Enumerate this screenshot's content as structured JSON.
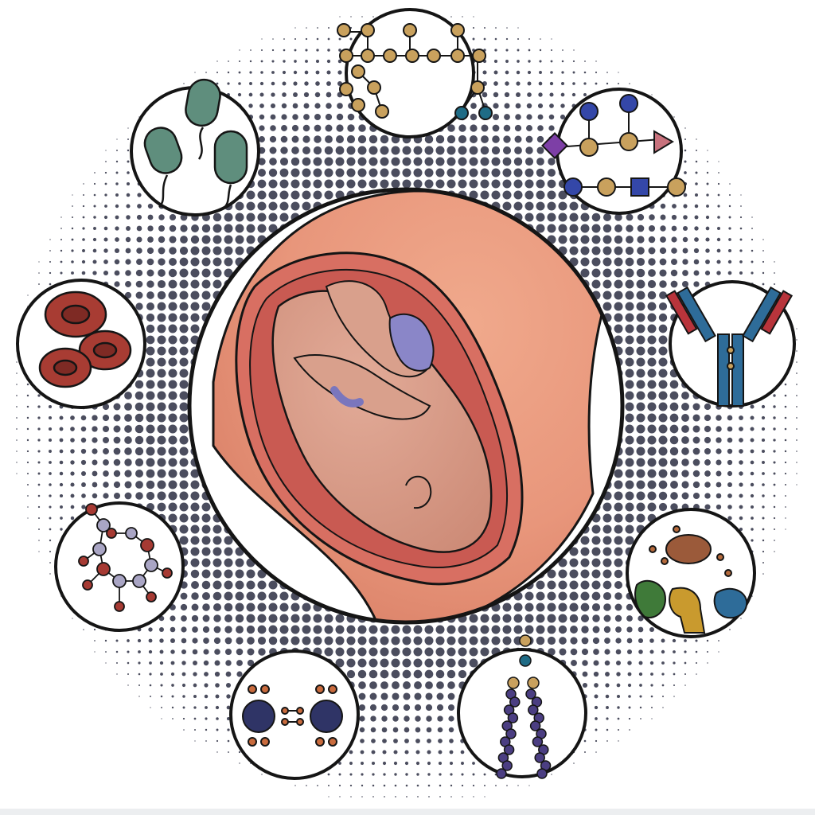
{
  "figure": {
    "central_panel": "pregnancy-cross-section",
    "panels": [
      {
        "id": "bacteria",
        "icon": "bacteria-icon"
      },
      {
        "id": "oligosaccharide-branched",
        "icon": "oligosaccharide-icon"
      },
      {
        "id": "glycan",
        "icon": "glycan-icon"
      },
      {
        "id": "antibody",
        "icon": "antibody-icon"
      },
      {
        "id": "immune-cells",
        "icon": "immune-cells-icon"
      },
      {
        "id": "lipid-chain",
        "icon": "lipid-icon"
      },
      {
        "id": "dimer-molecule",
        "icon": "molecule-dimer-icon"
      },
      {
        "id": "ring-molecule",
        "icon": "ring-molecule-icon"
      },
      {
        "id": "red-blood-cells",
        "icon": "red-blood-cells-icon"
      }
    ],
    "colors": {
      "outline": "#151515",
      "halftone": "#4b4d5e",
      "skin": "#e8967b",
      "uterus": "#d86f62",
      "fetus": "#d89a86",
      "bacteria": "#5f8e7d",
      "sugar": "#c9a15d",
      "glycan_blue": "#3447a8",
      "glycan_purple": "#7d3fa6",
      "glycan_pink": "#c8727d",
      "antibody_blue": "#2e6c99",
      "antibody_red": "#b8343b",
      "rbc": "#a83c33",
      "lipid_purple": "#4b3e82",
      "dimer_navy": "#2f3466",
      "molecule_grey": "#a9a5c4",
      "molecule_red": "#a63a33"
    }
  }
}
